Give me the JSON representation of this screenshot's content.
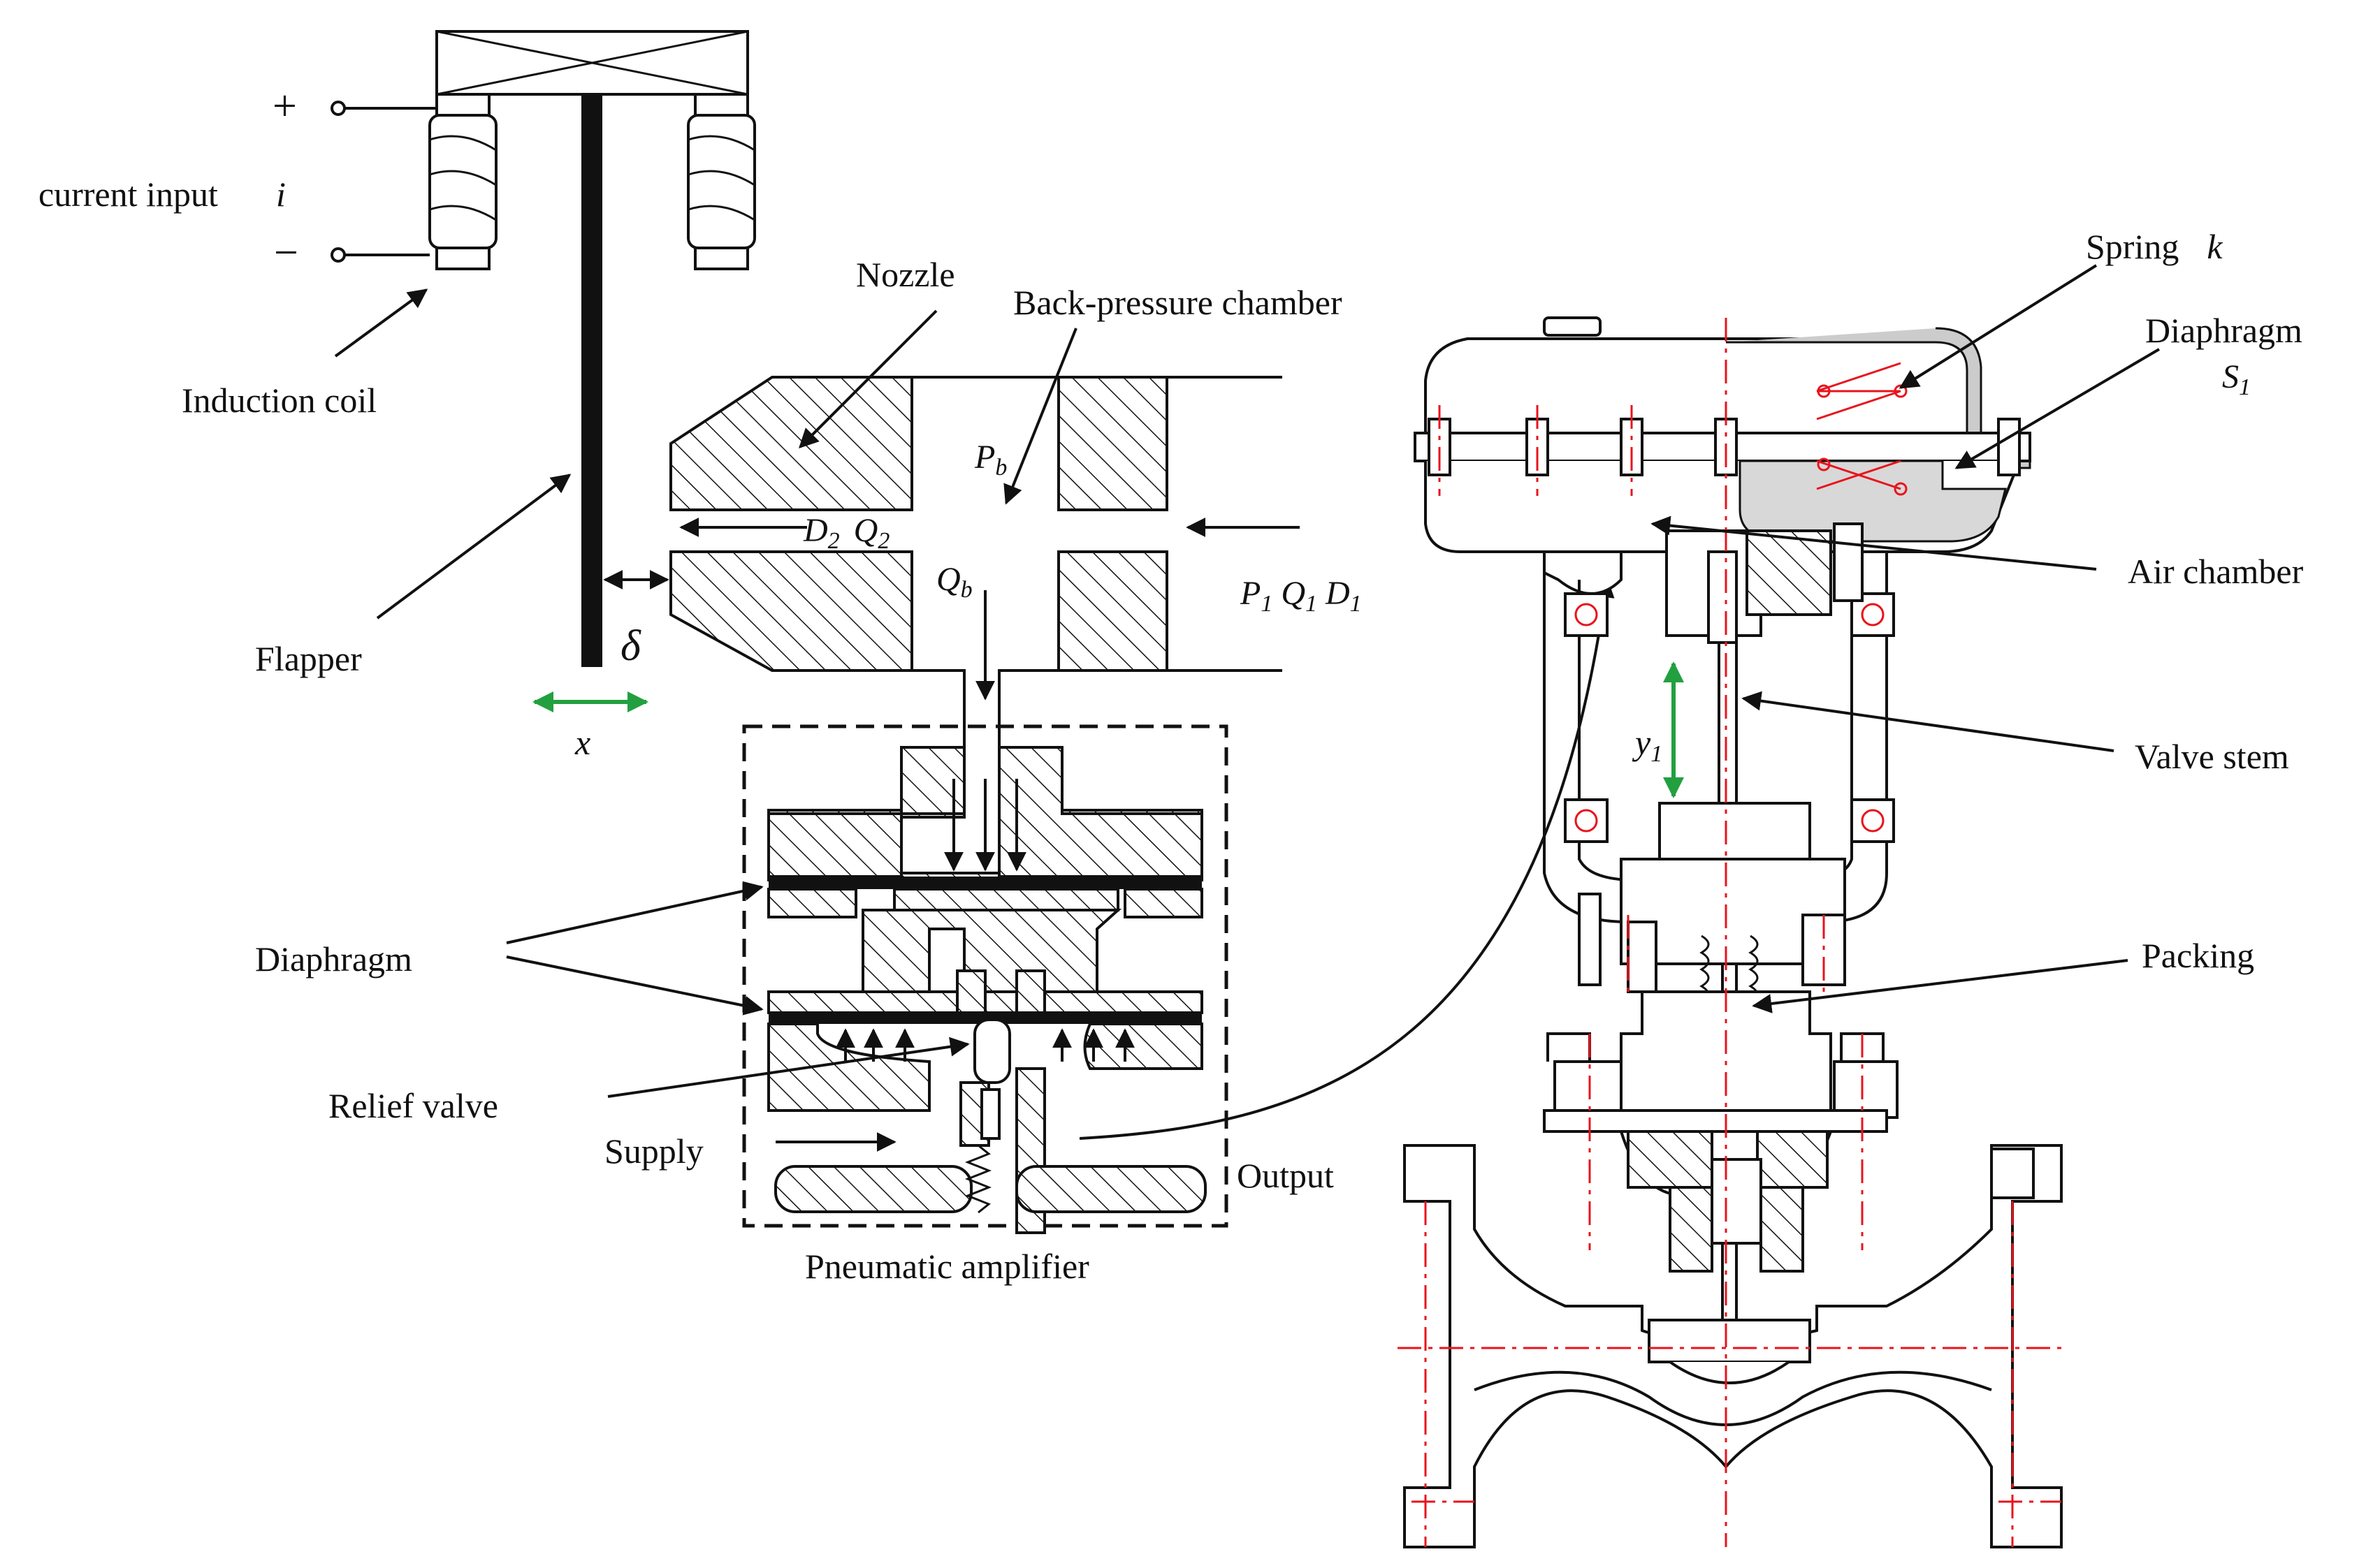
{
  "labels": {
    "current_input": "current input",
    "current_symbol": "i",
    "plus": "+",
    "minus": "−",
    "induction_coil": "Induction coil",
    "flapper": "Flapper",
    "delta": "δ",
    "x": "x",
    "nozzle": "Nozzle",
    "back_pressure_chamber": "Back-pressure chamber",
    "pb": "P",
    "pb_sub": "b",
    "d2": "D",
    "d2_sub": "2",
    "q2": "Q",
    "q2_sub": "2",
    "qb": "Q",
    "qb_sub": "b",
    "p1": "P",
    "p1_sub": "1",
    "q1": "Q",
    "q1_sub": "1",
    "d1": "D",
    "d1_sub": "1",
    "diaphragm_left": "Diaphragm",
    "relief_valve": "Relief valve",
    "supply": "Supply",
    "output": "Output",
    "pneumatic_amplifier": "Pneumatic amplifier",
    "spring": "Spring",
    "spring_k": "k",
    "diaphragm_right": "Diaphragm",
    "s1": "S",
    "s1_sub": "1",
    "air_chamber": "Air chamber",
    "valve_stem": "Valve stem",
    "y1": "y",
    "y1_sub": "1",
    "packing": "Packing"
  },
  "colors": {
    "ink": "#111111",
    "centerline": "#e8141c",
    "motion_arrow": "#22a040"
  }
}
